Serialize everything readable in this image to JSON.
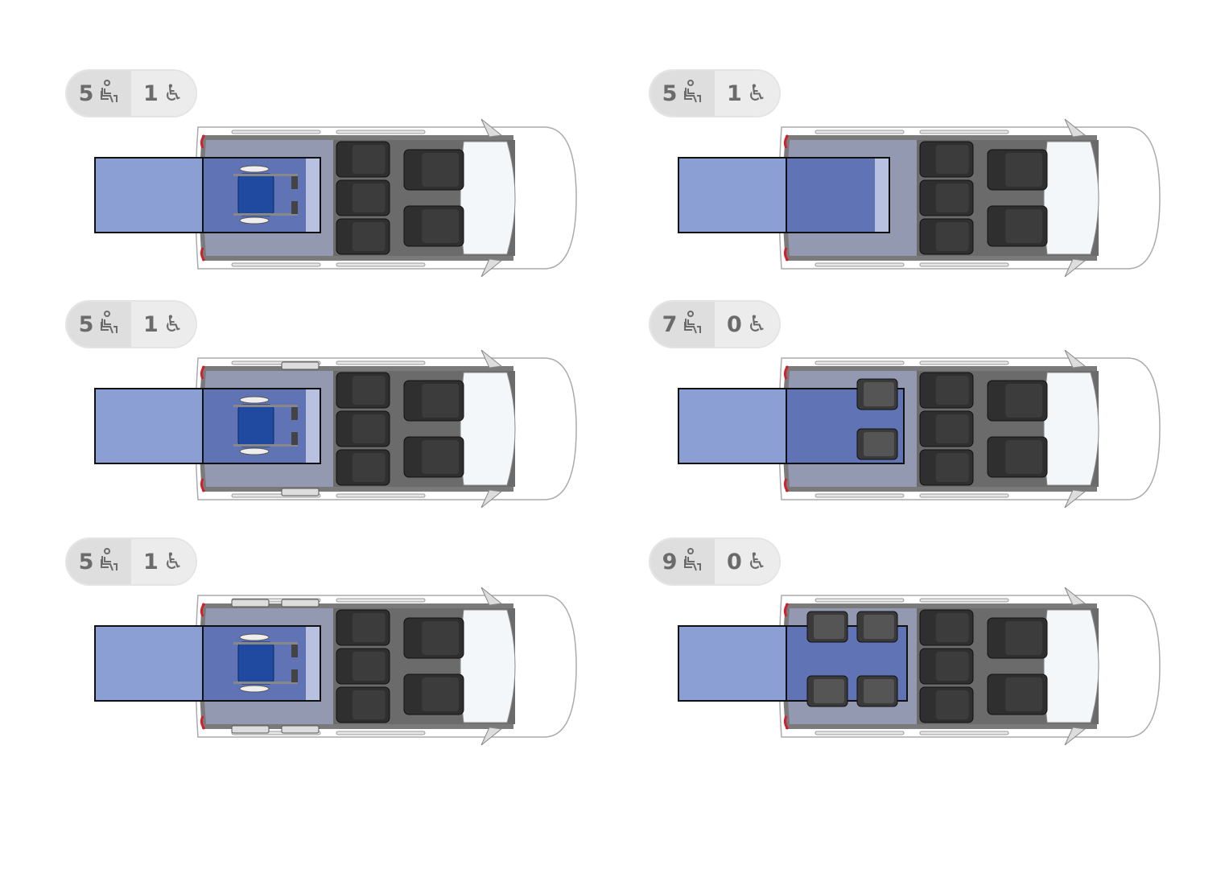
{
  "panels": [
    {
      "seats": "5",
      "wheelchairs": "1"
    },
    {
      "seats": "5",
      "wheelchairs": "1"
    },
    {
      "seats": "5",
      "wheelchairs": "1"
    },
    {
      "seats": "7",
      "wheelchairs": "0"
    },
    {
      "seats": "5",
      "wheelchairs": "1"
    },
    {
      "seats": "9",
      "wheelchairs": "0"
    }
  ],
  "icons": {
    "seat": "seated-passenger-icon",
    "wheelchair": "wheelchair-icon"
  },
  "colors": {
    "ramp": "#8c9fd4",
    "floor": "#5f73b5",
    "cargo": "#9399b0",
    "cabin": "#6b6b6b",
    "seat": "#2f2f2f",
    "badge": "#dedede",
    "text": "#6b6b6b"
  }
}
